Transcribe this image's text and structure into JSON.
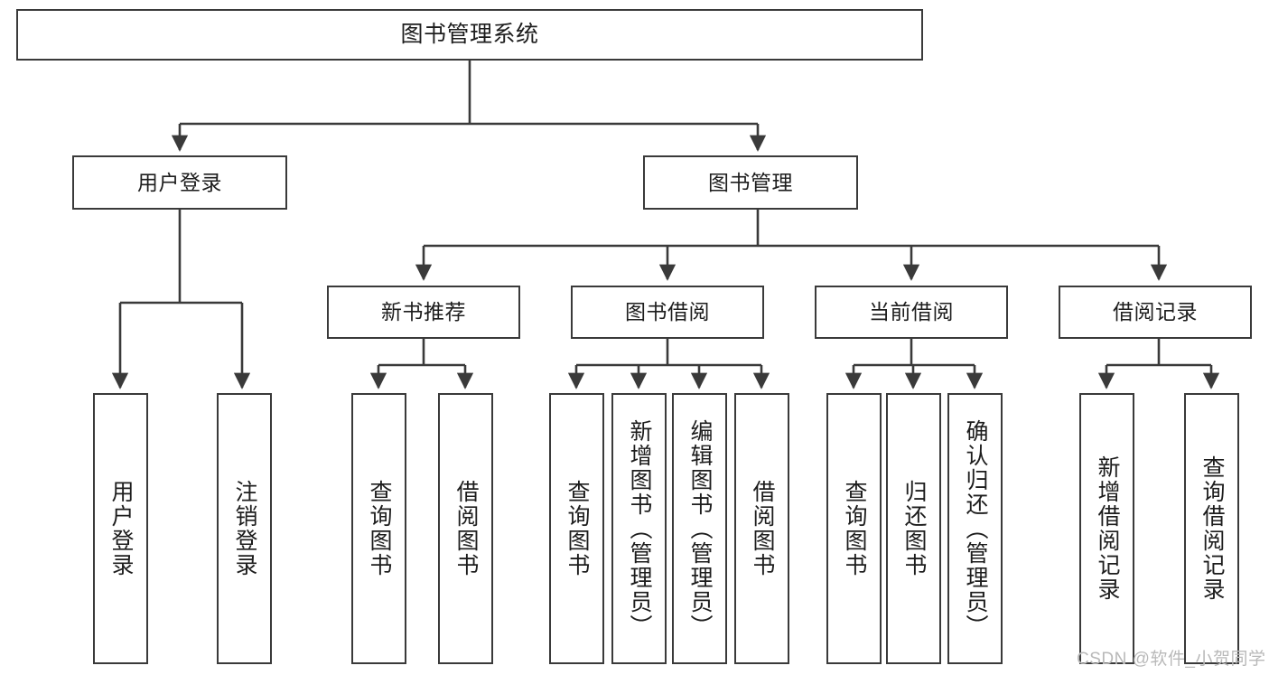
{
  "diagram": {
    "title": "图书管理系统",
    "type": "tree-hierarchy",
    "colors": {
      "background": "#ffffff",
      "stroke": "#3a3a3a",
      "text": "#1d1d1d",
      "watermark": "#b9b9b9"
    },
    "root": {
      "label": "图书管理系统"
    },
    "level1": [
      {
        "label": "用户登录"
      },
      {
        "label": "图书管理"
      }
    ],
    "level2": [
      {
        "label": "新书推荐"
      },
      {
        "label": "图书借阅"
      },
      {
        "label": "当前借阅"
      },
      {
        "label": "借阅记录"
      }
    ],
    "leaves": {
      "user_login": [
        {
          "label": "用户登录"
        },
        {
          "label": "注销登录"
        }
      ],
      "new_book_recommend": [
        {
          "label": "查询图书"
        },
        {
          "label": "借阅图书"
        }
      ],
      "book_borrow": [
        {
          "label": "查询图书"
        },
        {
          "label": "新增图书（管理员）"
        },
        {
          "label": "编辑图书（管理员）"
        },
        {
          "label": "借阅图书"
        }
      ],
      "current_borrow": [
        {
          "label": "查询图书"
        },
        {
          "label": "归还图书"
        },
        {
          "label": "确认归还（管理员）"
        }
      ],
      "borrow_record": [
        {
          "label": "新增借阅记录"
        },
        {
          "label": "查询借阅记录"
        }
      ]
    }
  },
  "watermark": {
    "text": "CSDN @软件_小贺同学"
  }
}
